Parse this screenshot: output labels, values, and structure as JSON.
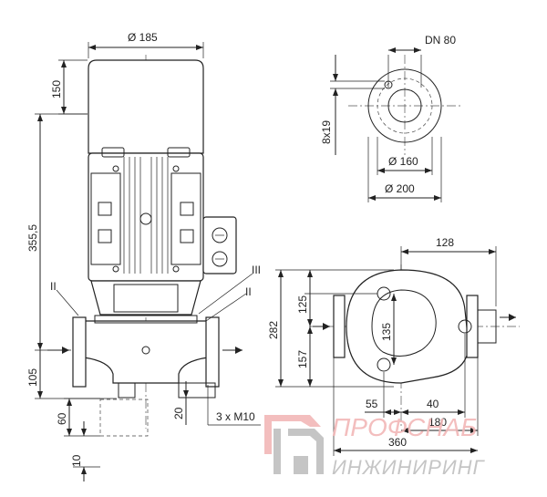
{
  "side_view": {
    "dim_width": "Ø 185",
    "dim_motor_top": "150",
    "dim_total_height": "355,5",
    "dim_base_height": "105",
    "dim_foot_60": "60",
    "dim_foot_10": "10",
    "dim_20": "20",
    "dim_bolts": "3 x M10",
    "label_ii_left": "II",
    "label_iii": "III",
    "label_ii_right": "II"
  },
  "flange_view": {
    "dim_dn": "DN 80",
    "dim_holes": "8x19",
    "dim_d160": "Ø 160",
    "dim_d200": "Ø 200"
  },
  "top_view": {
    "dim_128": "128",
    "dim_282": "282",
    "dim_125": "125",
    "dim_135": "135",
    "dim_157": "157",
    "dim_55": "55",
    "dim_40": "40",
    "dim_180": "180",
    "dim_360": "360"
  },
  "logo": {
    "line1_a": "ПРОФ",
    "line1_b": "СНАБ",
    "line2": "ИНЖИНИРИНГ",
    "color_red": "#f2b8b8",
    "color_gray": "#bfbfbf"
  }
}
